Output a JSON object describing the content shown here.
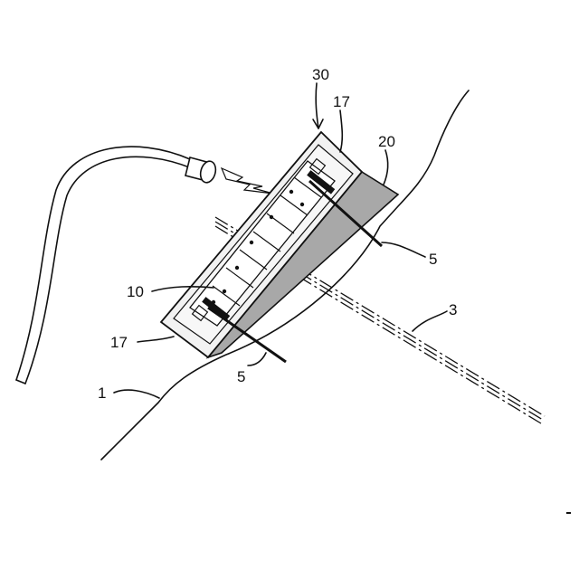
{
  "figure": {
    "labels": {
      "device": "30",
      "frame_top": "17",
      "frame_bottom": "17",
      "wedge": "20",
      "board": "10",
      "pin_upper": "5",
      "pin_lower": "5",
      "axis": "3",
      "body_surface": "1"
    },
    "colors": {
      "line": "#111111",
      "wedge_fill": "#a8a8a8",
      "housing_fill": "#f2f2f2",
      "background": "#ffffff"
    }
  }
}
